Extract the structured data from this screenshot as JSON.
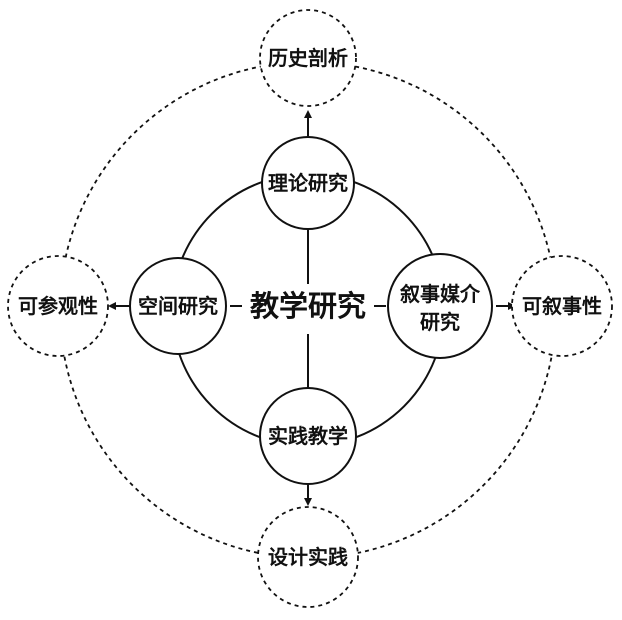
{
  "center": {
    "label": "教学研究"
  },
  "inner_nodes": {
    "top": "理论研究",
    "left": "空间研究",
    "right_line1": "叙事媒介",
    "right_line2": "研究",
    "bottom": "实践教学"
  },
  "outer_nodes": {
    "top": "历史剖析",
    "left": "可参观性",
    "right": "可叙事性",
    "bottom": "设计实践"
  },
  "colors": {
    "stroke": "#111111",
    "background": "#ffffff"
  }
}
